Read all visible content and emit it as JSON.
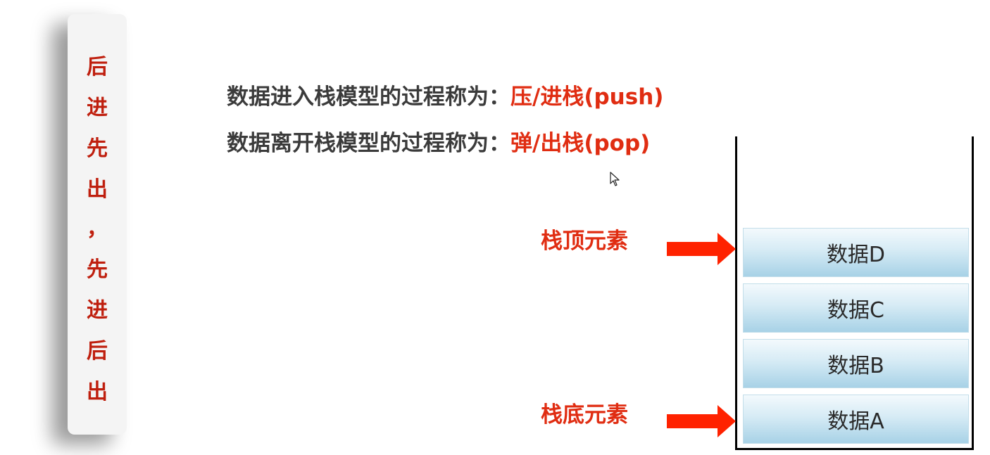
{
  "colors": {
    "accent": "#e02d12",
    "dark_red": "#bf1f0e",
    "text": "#3b3b3b",
    "block": "#bfe0ef",
    "arrow": "#ff2200"
  },
  "side_banner": {
    "chars": [
      "后",
      "进",
      "先",
      "出",
      "，",
      "先",
      "进",
      "后",
      "出"
    ]
  },
  "lines": [
    {
      "prefix": "数据进入栈模型的过程称为：",
      "highlight": "压/进栈(push)"
    },
    {
      "prefix": "数据离开栈模型的过程称为：",
      "highlight": "弹/出栈(pop)"
    }
  ],
  "stack": {
    "blocks": [
      "数据D",
      "数据C",
      "数据B",
      "数据A"
    ]
  },
  "labels": {
    "top": "栈顶元素",
    "bottom": "栈底元素"
  },
  "icons": {
    "cursor": "mouse-cursor-icon",
    "arrow": "right-arrow-icon"
  }
}
